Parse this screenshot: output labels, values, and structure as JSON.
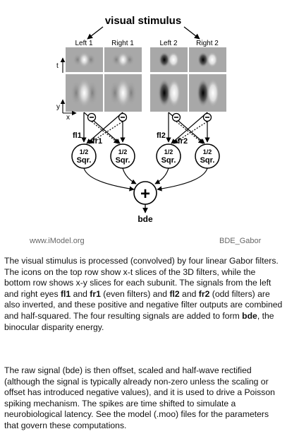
{
  "diagram": {
    "title": "visual stimulus",
    "columns": [
      "Left 1",
      "Right 1",
      "Left 2",
      "Right 2"
    ],
    "axis_t": "t",
    "axis_y": "y",
    "axis_x": "x",
    "inhibit_symbol": "⊖",
    "signal_labels": [
      "fl1",
      "fr1",
      "fl2",
      "fr2"
    ],
    "squarer_line1": "1/2",
    "squarer_line2": "Sqr.",
    "sum_symbol": "+",
    "output_label": "bde",
    "credit_left": "www.iModel.org",
    "credit_right": "BDE_Gabor"
  },
  "description": {
    "p1": [
      {
        "t": "The visual stimulus is processed (convolved) by four linear Gabor filters. The icons on the top row show x-t slices of the 3D filters, while the bottom row shows x-y slices for each subunit. The signals from the left and right eyes "
      },
      {
        "t": "fl1",
        "b": true
      },
      {
        "t": " and "
      },
      {
        "t": "fr1",
        "b": true
      },
      {
        "t": " (even filters) and "
      },
      {
        "t": "fl2",
        "b": true
      },
      {
        "t": " and "
      },
      {
        "t": "fr2",
        "b": true
      },
      {
        "t": " (odd filters) are also inverted, and these positive and negative filter outputs are combined and half-squared. The four resulting signals are added to form "
      },
      {
        "t": "bde",
        "b": true
      },
      {
        "t": ", the binocular disparity energy."
      }
    ],
    "p2": "The raw signal (bde) is then offset, scaled and half-wave rectified (although the signal is typically already non-zero unless the scaling or offset has introduced negative values), and it is used to drive a Poisson spiking mechanism. The spikes are time shifted to simulate a neurobiological latency. See the model (.moo) files for the parameters that govern these computations."
  }
}
